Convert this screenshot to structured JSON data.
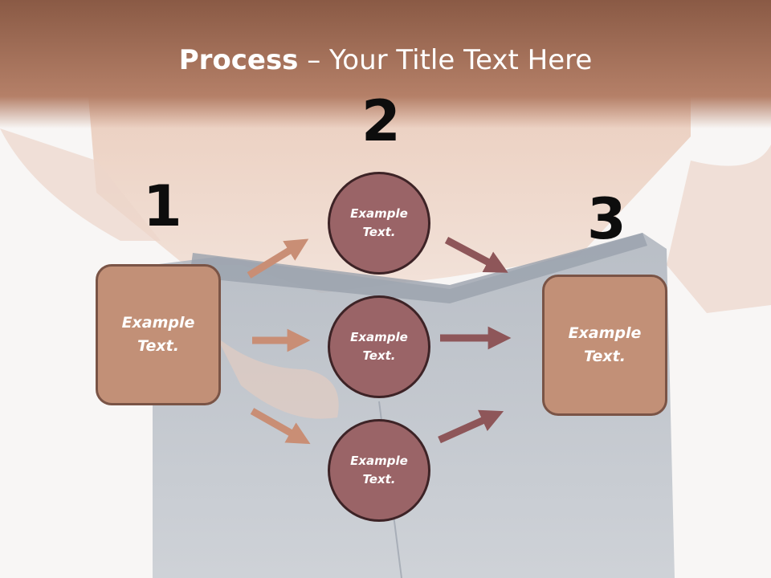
{
  "title": {
    "bold": "Process",
    "rest": " – Your Title Text Here"
  },
  "steps": {
    "one": "1",
    "two": "2",
    "three": "3"
  },
  "left_box": {
    "line1": "Example",
    "line2": "Text."
  },
  "right_box": {
    "line1": "Example",
    "line2": "Text."
  },
  "circles": [
    {
      "line1": "Example",
      "line2": "Text."
    },
    {
      "line1": "Example",
      "line2": "Text."
    },
    {
      "line1": "Example",
      "line2": "Text."
    }
  ],
  "colors": {
    "title_band": "#a8765d",
    "box_fill": "#c29077",
    "circle_fill": "#9a6467",
    "arrow_left": "#c98e75",
    "arrow_right": "#8e5659"
  }
}
